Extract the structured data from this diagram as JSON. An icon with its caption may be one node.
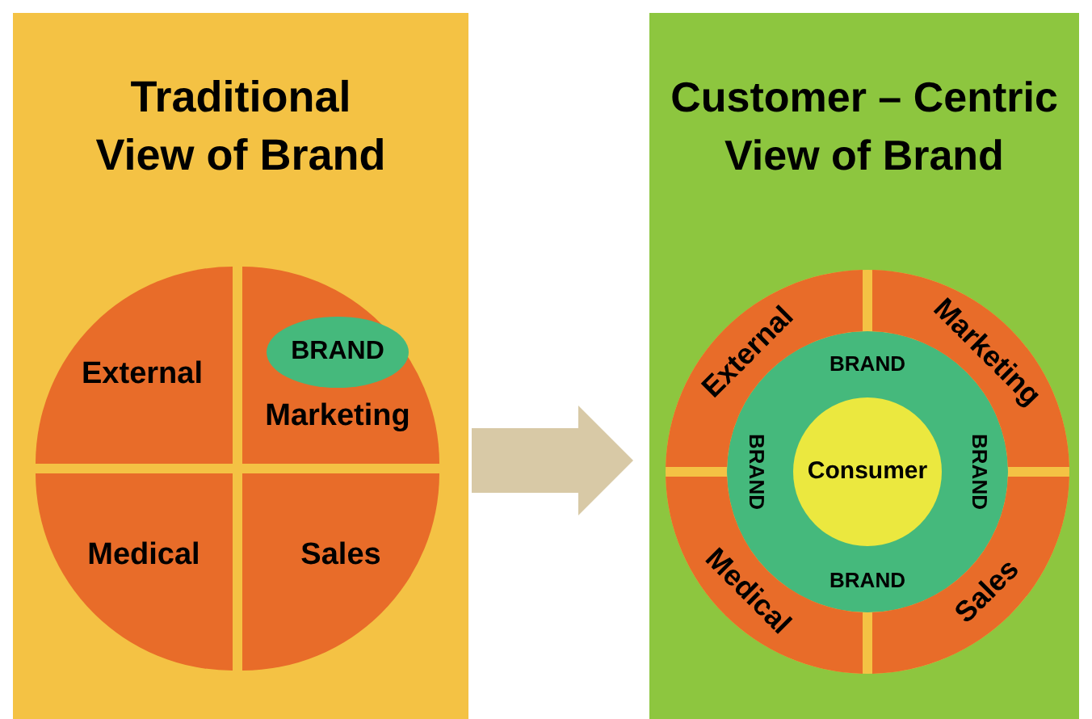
{
  "diagram": {
    "nodes": [
      {
        "text": [
          "Traditional View of Brand"
        ]
      },
      {
        "text": [
          "External"
        ],
        "in": 0
      },
      {
        "text": [
          "Marketing"
        ],
        "in": 0
      },
      {
        "text": [
          "BRAND"
        ],
        "in": 2
      },
      {
        "text": [
          "Medical"
        ],
        "in": 0
      },
      {
        "text": [
          "Sales"
        ],
        "in": 0
      },
      {
        "text": [
          "Customer – Centric View of Brand"
        ]
      },
      {
        "text": [
          "External"
        ],
        "in": 6
      },
      {
        "text": [
          "Marketing"
        ],
        "in": 6
      },
      {
        "text": [
          "Medical"
        ],
        "in": 6
      },
      {
        "text": [
          "Sales"
        ],
        "in": 6
      },
      {
        "text": [
          "BRAND",
          "BRAND",
          "BRAND",
          "BRAND"
        ],
        "in": 6
      },
      {
        "text": [
          "Consumer"
        ],
        "in": 11
      }
    ],
    "edges": [
      {
        "from": 0,
        "to": 6,
        "arrow": "to",
        "style": "thick",
        "color": "#d8c9a6"
      }
    ]
  }
}
